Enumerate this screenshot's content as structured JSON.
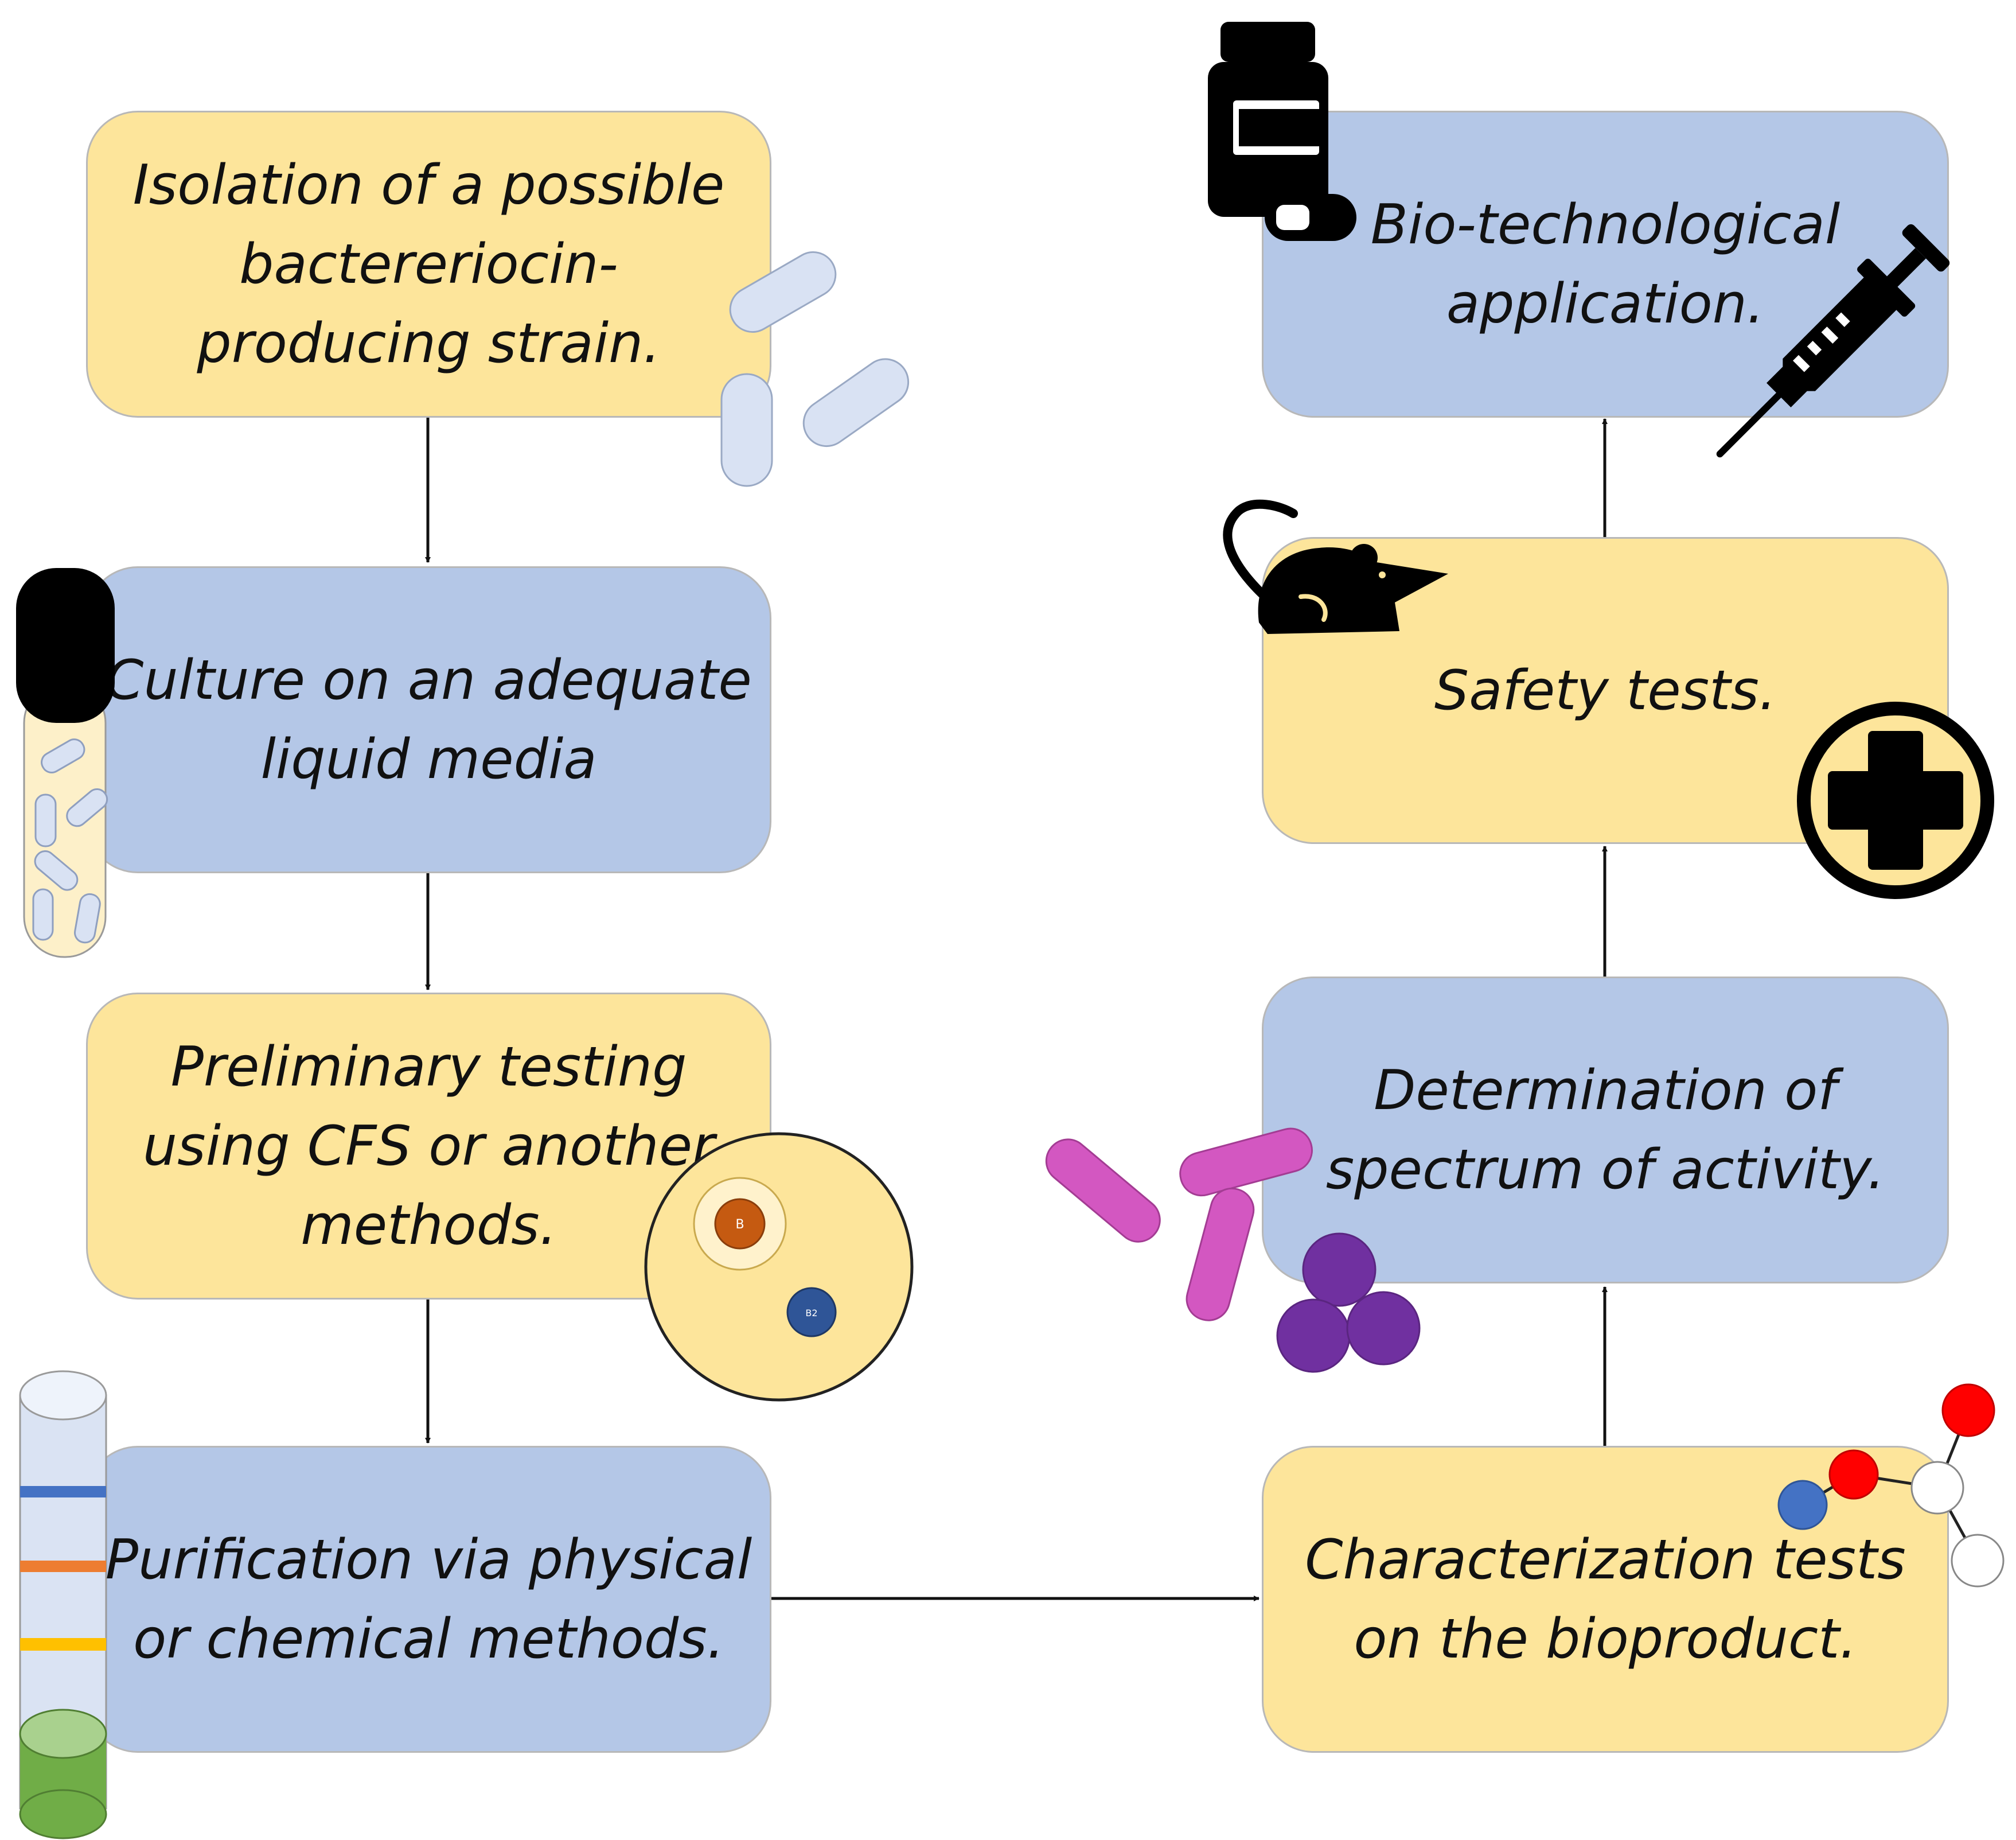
{
  "steps": {
    "isolation": "Isolation of a possible\nbactereriocin-\nproducing strain.",
    "culture": "Culture on an adequate\nliquid media",
    "preliminary": "Preliminary testing\nusing CFS or another\nmethods.",
    "purification": "Purification via physical\nor chemical methods.",
    "characterization": "Characterization tests\non the bioproduct.",
    "determination": "Determination of\nspectrum of activity.",
    "safety": "Safety tests.",
    "application": "Bio-technological\napplication."
  },
  "petri_labels": {
    "colony_1": "B",
    "colony_2": "B2"
  },
  "colors": {
    "box_yellow": "#fde59b",
    "box_blue": "#b4c7e7",
    "arrow": "#111111"
  },
  "icons": [
    "bacteria-icon",
    "test-tube-icon",
    "petri-dish-icon",
    "chromatography-column-icon",
    "molecule-icon",
    "bacteria-mix-icon",
    "mouse-icon",
    "health-plus-icon",
    "pill-bottle-icon",
    "syringe-icon"
  ]
}
